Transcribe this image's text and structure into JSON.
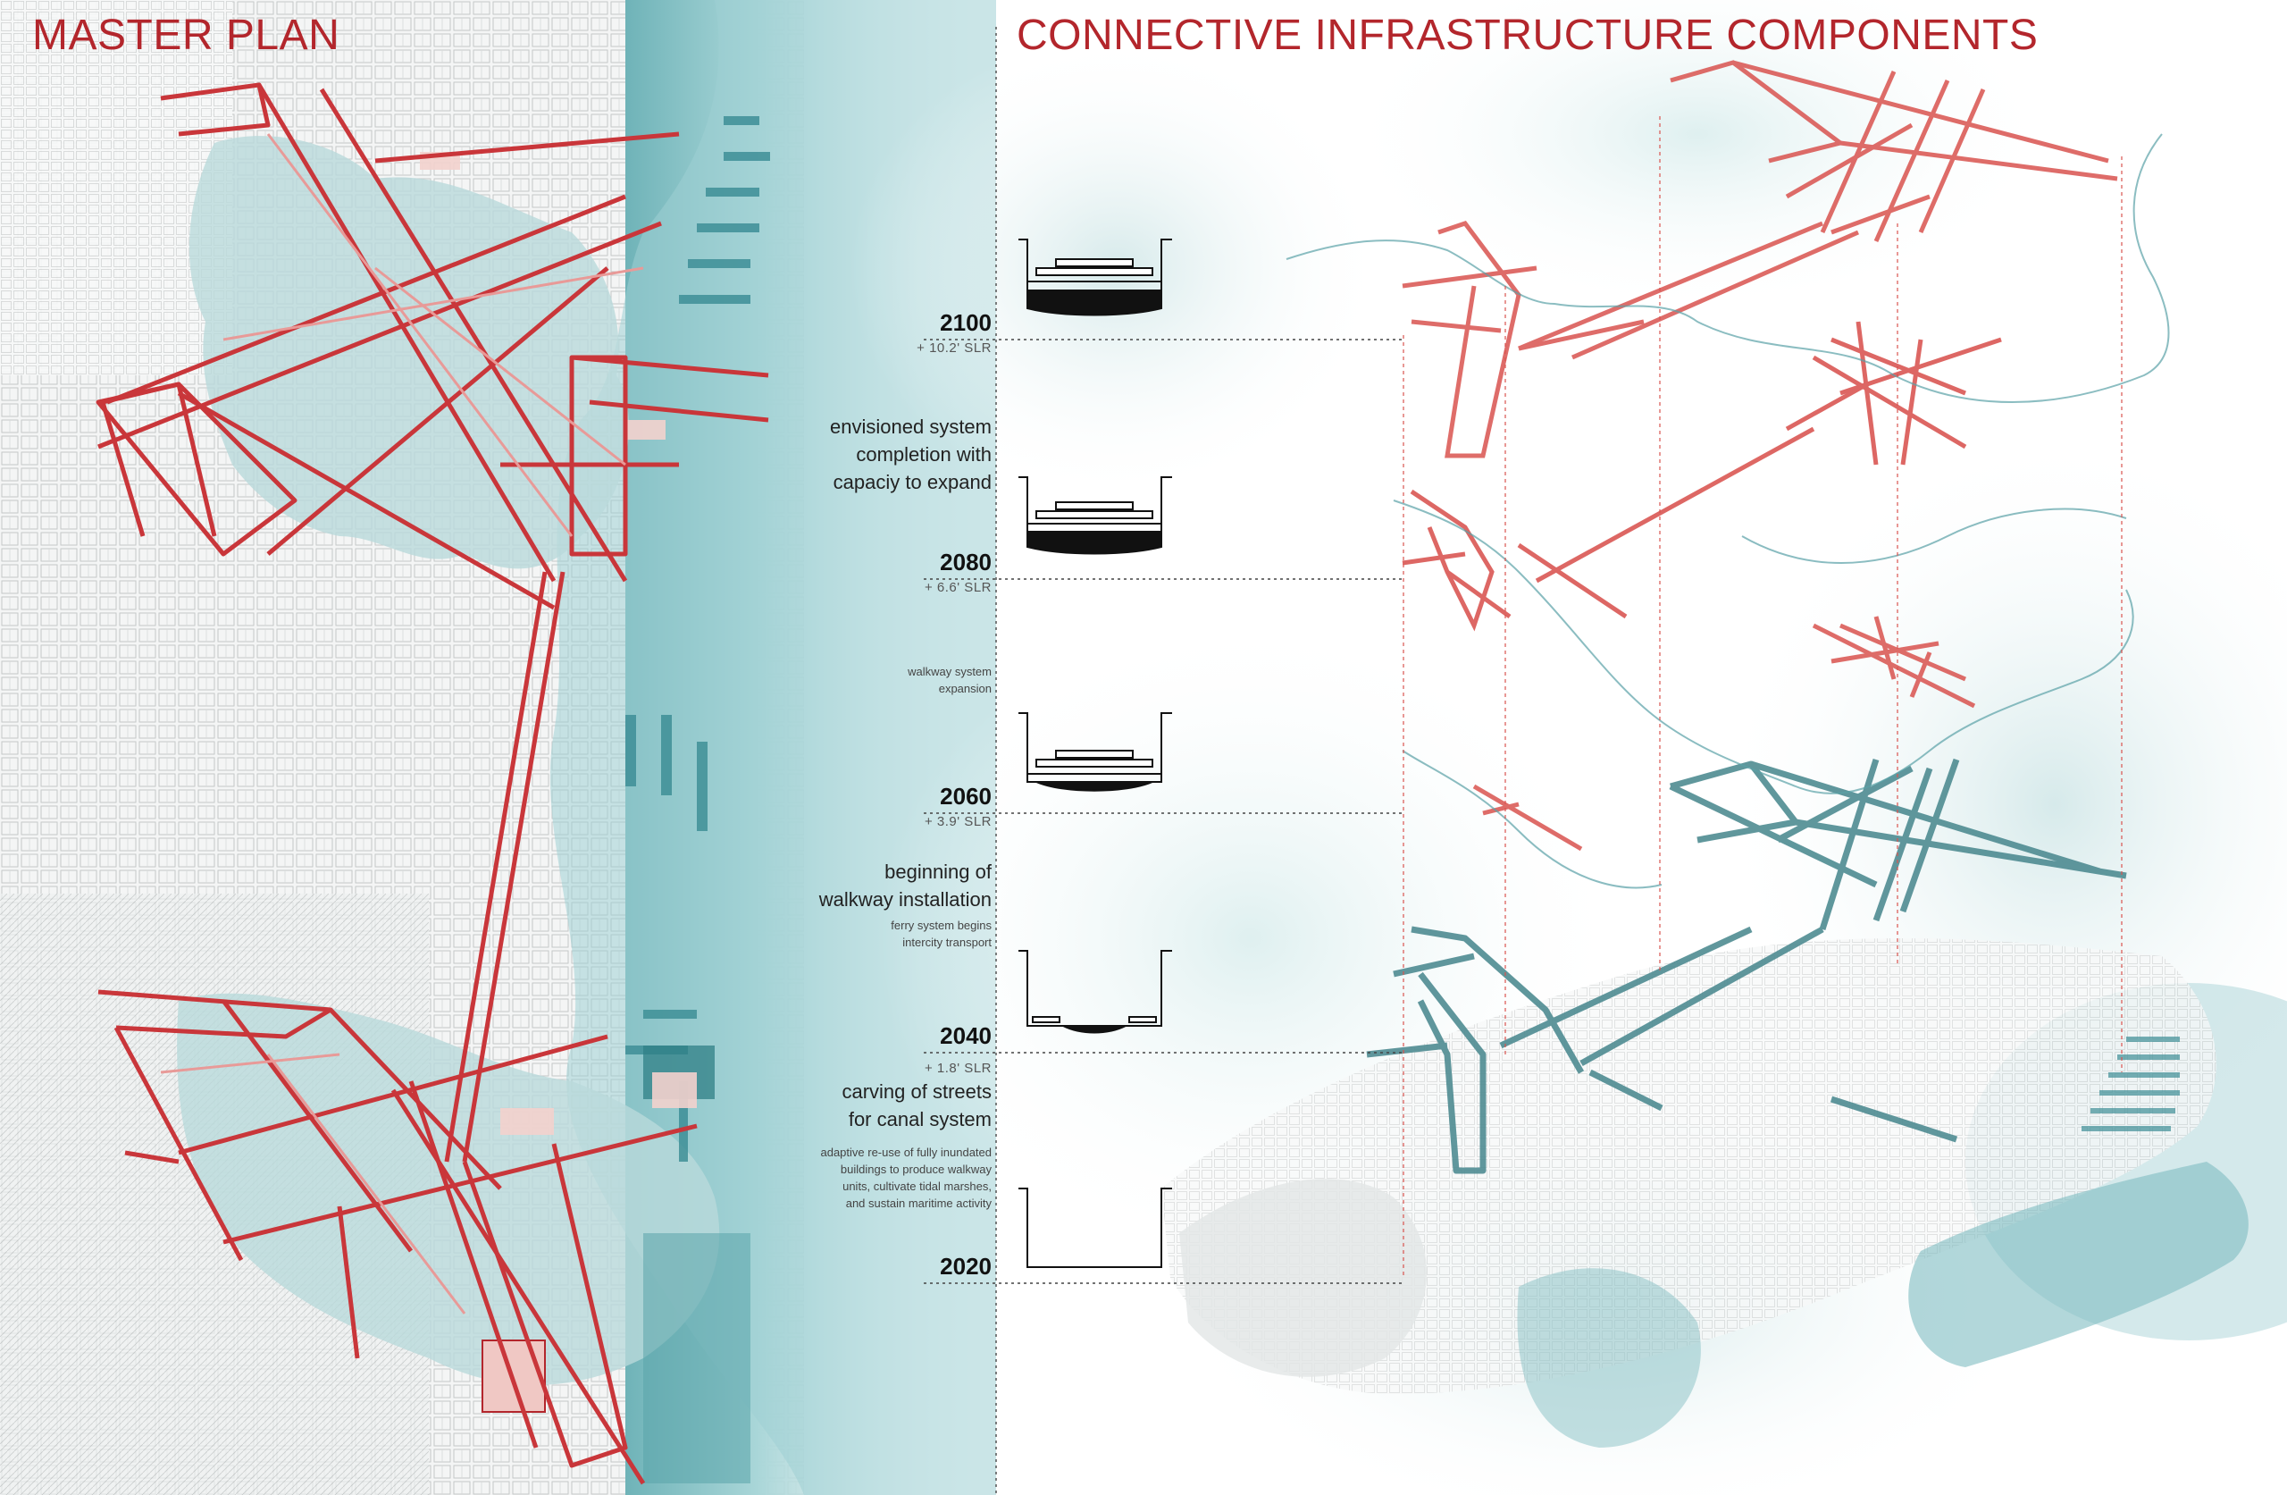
{
  "titles": {
    "master_plan": "MASTER PLAN",
    "connective": "CONNECTIVE INFRASTRUCTURE COMPONENTS"
  },
  "timeline": [
    {
      "year": "2100",
      "slr": "+ 10.2' SLR"
    },
    {
      "year": "2080",
      "slr": "+ 6.6' SLR"
    },
    {
      "year": "2060",
      "slr": "+ 3.9' SLR"
    },
    {
      "year": "2040",
      "slr": "+ 1.8' SLR"
    },
    {
      "year": "2020",
      "slr": ""
    }
  ],
  "notes": {
    "envisioned": [
      "envisioned system",
      "completion with",
      "capaciy to expand"
    ],
    "expansion": [
      "walkway system",
      "expansion"
    ],
    "beginning": [
      "beginning of",
      "walkway installation"
    ],
    "ferry": [
      "ferry system begins",
      "intercity transport"
    ],
    "carving": [
      "carving of streets",
      "for canal system"
    ],
    "adaptive": [
      "adaptive re-use of fully inundated",
      "buildings to produce walkway",
      "units, cultivate tidal marshes,",
      "and sustain maritime activity"
    ]
  },
  "colors": {
    "accent_red": "#b3262c",
    "walkway_red": "#d9534f",
    "teal": "#3a8a93",
    "water": "#9fcfd2",
    "land": "#f6f7f7",
    "grid": "#c9cccc"
  }
}
